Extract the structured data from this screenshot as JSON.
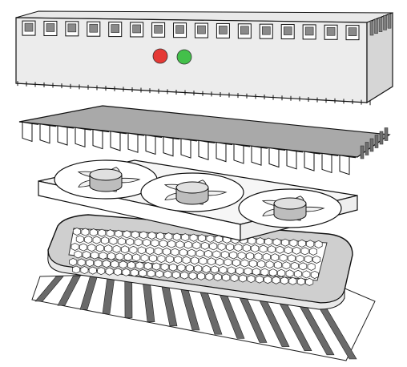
{
  "image": {
    "kind": "exploded isometric 3D model",
    "components": [
      "top-enclosure-box",
      "vented-cover-plate",
      "triple-fan-assembly",
      "honeycomb-filter-tray",
      "slatted-grille"
    ]
  },
  "indicators": {
    "left": {
      "name": "red-led",
      "color": "#e53935"
    },
    "right": {
      "name": "green-led",
      "color": "#43c04a"
    }
  },
  "colors": {
    "background": "#ffffff",
    "face_light": "#ececec",
    "face_mid": "#cfcfcf",
    "face_dark": "#9a9a9a",
    "outline": "#111111",
    "slat": "#6a6a6a",
    "hub": "#bdbdbd"
  },
  "counts": {
    "enclosure_vents": 16,
    "cover_fins": 19,
    "fans": 3,
    "grille_slats": 15
  }
}
